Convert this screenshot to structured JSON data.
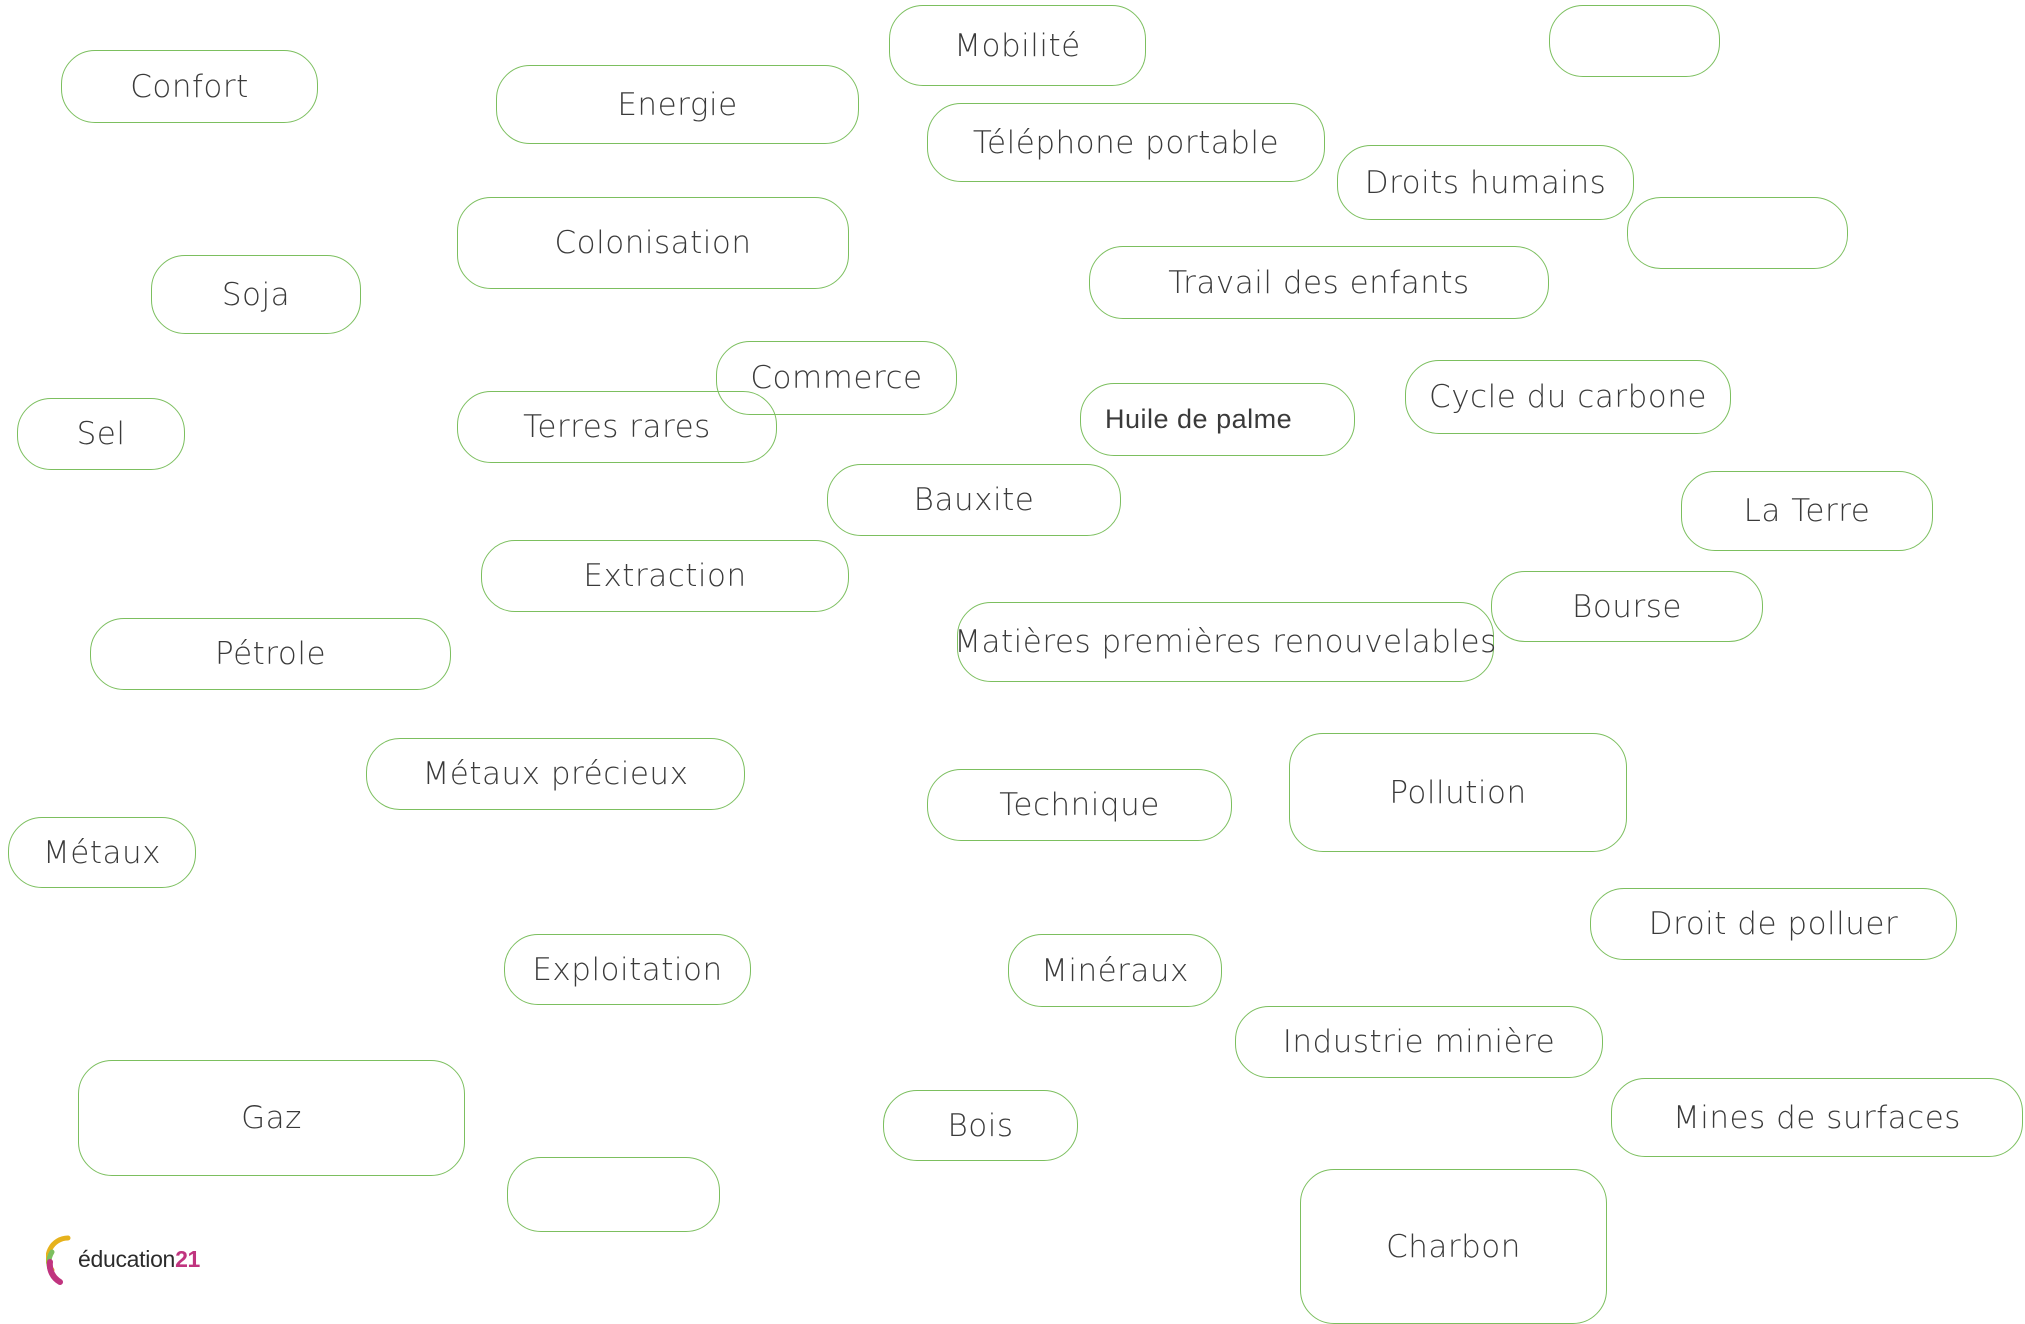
{
  "colors": {
    "border": "#7cbf5f",
    "text": "#3a3a3a",
    "logo_accent_pink": "#c0347f",
    "logo_accent_yellow": "#e6b21c",
    "logo_accent_green": "#7cbf5f"
  },
  "labels": {
    "confort": "Confort",
    "energie": "Energie",
    "mobilite": "Mobilité",
    "blank_top_right": "",
    "telephone": "Téléphone portable",
    "droits_humains": "Droits humains",
    "blank_right_upper": "",
    "colonisation": "Colonisation",
    "soja": "Soja",
    "travail_enfants": "Travail des enfants",
    "commerce": "Commerce",
    "sel": "Sel",
    "terres_rares": "Terres rares",
    "huile_palme": "Huile de palme",
    "cycle_carbone": "Cycle du carbone",
    "bauxite": "Bauxite",
    "la_terre": "La Terre",
    "extraction": "Extraction",
    "bourse": "Bourse",
    "petrole": "Pétrole",
    "matieres_renouvelables": "Matières premières renouvelables",
    "metaux_precieux": "Métaux précieux",
    "pollution": "Pollution",
    "technique": "Technique",
    "metaux": "Métaux",
    "droit_polluer": "Droit de polluer",
    "exploitation": "Exploitation",
    "mineraux": "Minéraux",
    "industrie_miniere": "Industrie minière",
    "gaz": "Gaz",
    "bois": "Bois",
    "mines_surfaces": "Mines de surfaces",
    "blank_bottom_left": "",
    "charbon": "Charbon"
  },
  "logo": {
    "text": "éducation",
    "number": "21",
    "icon": "education21-logo-icon"
  }
}
